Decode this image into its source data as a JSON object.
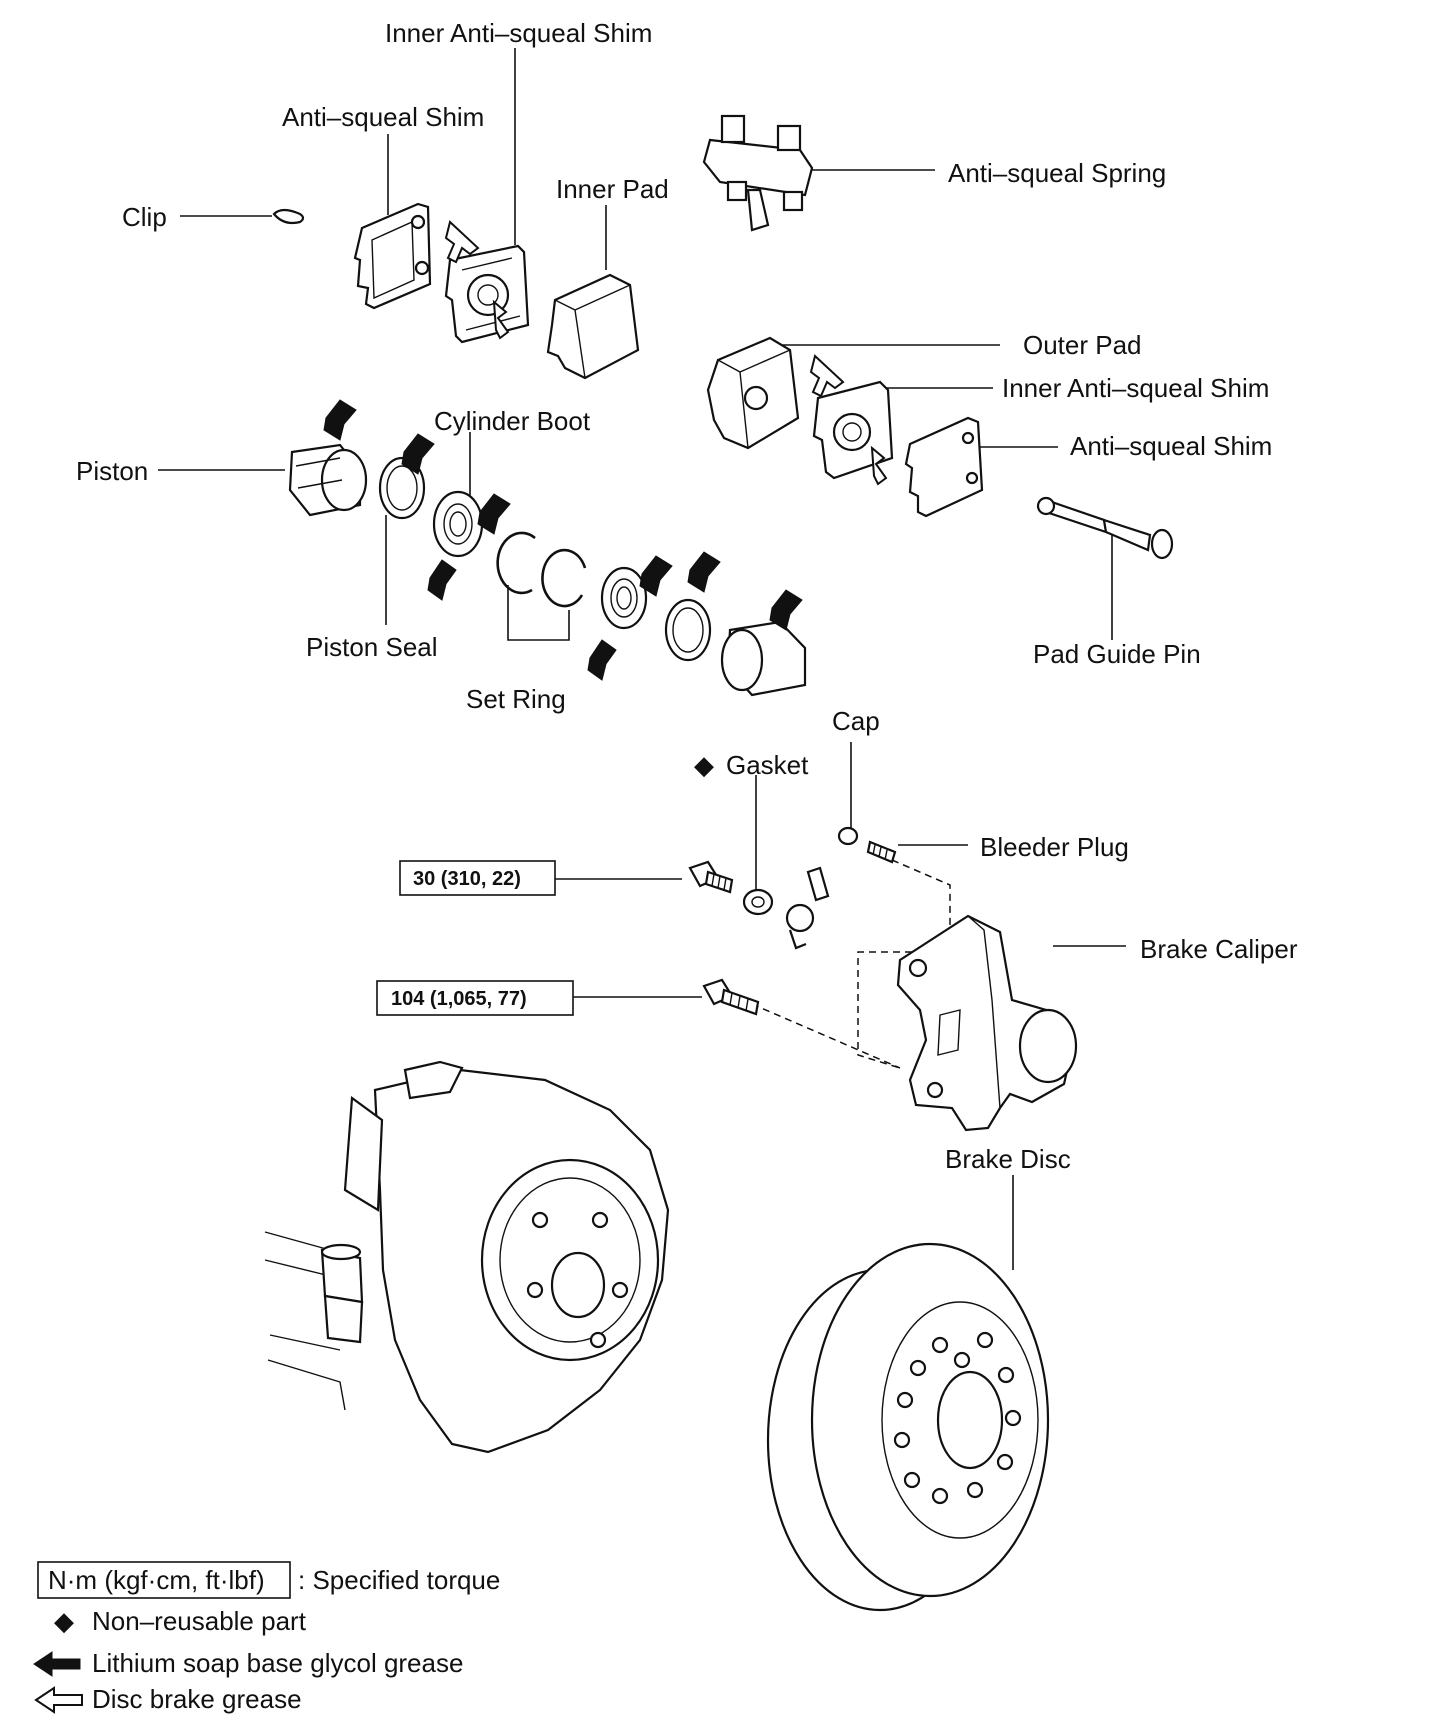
{
  "labels": {
    "inner_shim_top": "Inner Anti–squeal Shim",
    "shim_top": "Anti–squeal Shim",
    "clip": "Clip",
    "inner_pad": "Inner Pad",
    "spring": "Anti–squeal Spring",
    "outer_pad": "Outer Pad",
    "inner_shim_right": "Inner Anti–squeal Shim",
    "shim_right": "Anti–squeal Shim",
    "cylinder_boot": "Cylinder Boot",
    "piston": "Piston",
    "piston_seal": "Piston Seal",
    "set_ring": "Set Ring",
    "pad_guide_pin": "Pad Guide Pin",
    "cap": "Cap",
    "gasket": "Gasket",
    "bleeder_plug": "Bleeder Plug",
    "brake_caliper": "Brake Caliper",
    "brake_disc": "Brake Disc"
  },
  "torques": {
    "union_bolt": "30 (310, 22)",
    "caliper_bolt": "104 (1,065, 77)"
  },
  "legend": {
    "torque_box": "N·m (kgf·cm, ft·lbf)",
    "torque_text": ": Specified torque",
    "nonreusable_text": "Non–reusable part",
    "lithium_text": "Lithium soap base glycol grease",
    "disc_grease_text": "Disc brake grease"
  },
  "symbols": {
    "nonreusable": "◆"
  },
  "colors": {
    "ink": "#111111",
    "paper": "#ffffff"
  }
}
